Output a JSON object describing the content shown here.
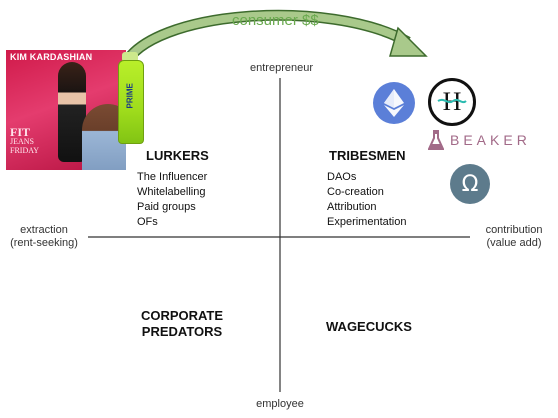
{
  "flow_label": "consumer $$",
  "axes": {
    "top": "entrepreneur",
    "bottom": "employee",
    "left": [
      "extraction",
      "(rent-seeking)"
    ],
    "right": [
      "contribution",
      "(value add)"
    ]
  },
  "quadrants": {
    "top_left": {
      "title": "LURKERS",
      "items": [
        "The Influencer",
        "Whitelabelling",
        "Paid groups",
        "OFs"
      ]
    },
    "top_right": {
      "title": "TRIBESMEN",
      "items": [
        "DAOs",
        "Co-creation",
        "Attribution",
        "Experimentation"
      ]
    },
    "bottom_left": {
      "title": [
        "CORPORATE",
        "PREDATORS"
      ]
    },
    "bottom_right": {
      "title": "WAGECUCKS"
    }
  },
  "collage": {
    "book_title": "KIM KARDASHIAN",
    "book_words": [
      "FIT",
      "JEANS",
      "FRIDAY"
    ],
    "bottle_label": "PRIME"
  },
  "logos": {
    "beaker_wordmark": "BEAKER",
    "h_logo_letter": "H",
    "omega_symbol": "Ω"
  },
  "colors": {
    "arrow_fill": "#a9c98b",
    "arrow_stroke": "#3d6b2d",
    "consumer_text": "#6aaa4f",
    "ethereum_bg": "#5b7fd8",
    "omega_bg": "#5d7b8c",
    "beaker_color": "#a26a88"
  }
}
